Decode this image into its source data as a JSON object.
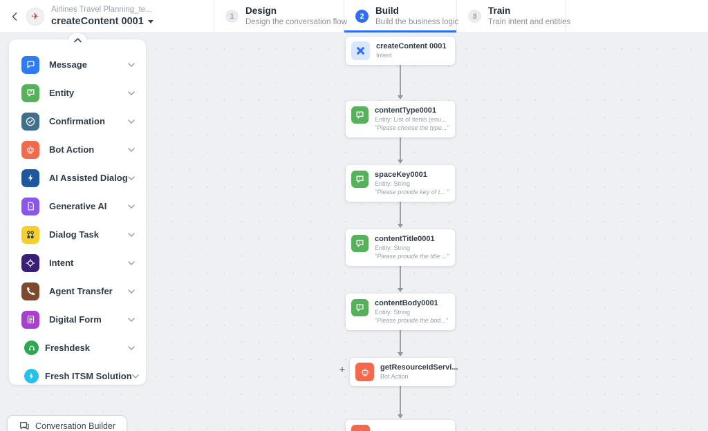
{
  "header": {
    "bot_name": "Airlines Travel Planning_te...",
    "dialog_name": "createContent 0001",
    "accent_color": "#2e6ef5",
    "steps": [
      {
        "number": "1",
        "label": "Design",
        "description": "Design the conversation flow",
        "active": false
      },
      {
        "number": "2",
        "label": "Build",
        "description": "Build the business logic",
        "active": true
      },
      {
        "number": "3",
        "label": "Train",
        "description": "Train intent and entities",
        "active": false
      }
    ]
  },
  "sidebar": {
    "items": [
      {
        "label": "Message",
        "icon": "message-icon",
        "color": "#2e7cf5"
      },
      {
        "label": "Entity",
        "icon": "entity-icon",
        "color": "#57b15b"
      },
      {
        "label": "Confirmation",
        "icon": "confirmation-icon",
        "color": "#41708c"
      },
      {
        "label": "Bot Action",
        "icon": "bot-action-icon",
        "color": "#f4694c"
      },
      {
        "label": "AI Assisted Dialog",
        "icon": "ai-assisted-dialog-icon",
        "color": "#1d579f"
      },
      {
        "label": "Generative AI",
        "icon": "generative-ai-icon",
        "color": "#8a57e8"
      },
      {
        "label": "Dialog Task",
        "icon": "dialog-task-icon",
        "color": "#f6cf2a"
      },
      {
        "label": "Intent",
        "icon": "intent-icon",
        "color": "#3a1f77"
      },
      {
        "label": "Agent Transfer",
        "icon": "agent-transfer-icon",
        "color": "#7c4a2d"
      },
      {
        "label": "Digital Form",
        "icon": "digital-form-icon",
        "color": "#a93fd0"
      },
      {
        "label": "Freshdesk",
        "icon": "freshdesk-icon",
        "color": "#2ea84f"
      },
      {
        "label": "Fresh ITSM Solution",
        "icon": "fresh-itsm-icon",
        "color": "#27c0e8"
      }
    ]
  },
  "canvas": {
    "add_node_label": "+",
    "nodes": [
      {
        "title": "createContent 0001",
        "subtitle": "Intent",
        "quote": "",
        "type": "intent"
      },
      {
        "title": "contentType0001",
        "subtitle": "Entity: List of items (enu...",
        "quote": "\"Please choose the type...\"",
        "type": "entity"
      },
      {
        "title": "spaceKey0001",
        "subtitle": "Entity: String",
        "quote": "\"Please provide key of t... \"",
        "type": "entity"
      },
      {
        "title": "contentTitle0001",
        "subtitle": "Entity: String",
        "quote": "\"Please provide the title ...\"",
        "type": "entity"
      },
      {
        "title": "contentBody0001",
        "subtitle": "Entity: String",
        "quote": "\"Please provide the bod...\"",
        "type": "entity"
      },
      {
        "title": "getResourceIdServi...",
        "subtitle": "Bot Action",
        "quote": "",
        "type": "bot-action"
      },
      {
        "title": "",
        "subtitle": "",
        "quote": "",
        "type": "bot-action"
      }
    ]
  },
  "footer": {
    "conversation_builder_label": "Conversation Builder"
  }
}
